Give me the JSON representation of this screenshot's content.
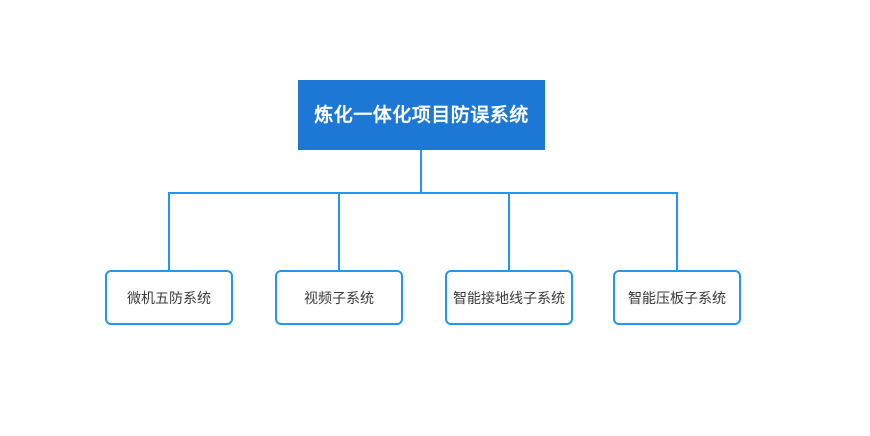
{
  "diagram": {
    "type": "organizational-tree",
    "root": {
      "label": "炼化一体化项目防误系统",
      "fill_color": "#1C78D4",
      "text_color": "#FFFFFF"
    },
    "children": [
      {
        "label": "微机五防系统"
      },
      {
        "label": "视频子系统"
      },
      {
        "label": "智能接地线子系统"
      },
      {
        "label": "智能压板子系统"
      }
    ],
    "colors": {
      "accent": "#2196F3",
      "root_fill": "#1C78D4",
      "node_fill": "#FFFFFF",
      "node_text": "#3A3A3A",
      "background": "#FFFFFF"
    }
  }
}
